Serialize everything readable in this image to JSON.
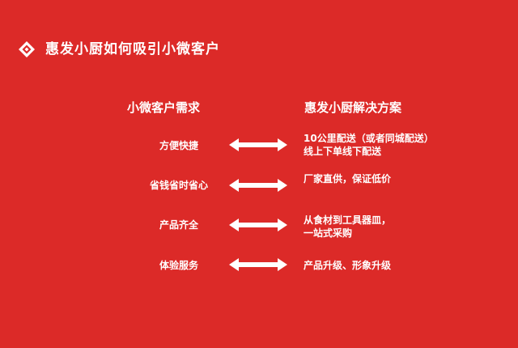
{
  "header": {
    "title": "惠发小厨如何吸引小微客户",
    "logo_icon": "diamond-logo-icon"
  },
  "columns": {
    "left_heading": "小微客户需求",
    "right_heading": "惠发小厨解决方案"
  },
  "rows": [
    {
      "need": "方便快捷",
      "solution": [
        "10公里配送（或者同城配送）",
        "线上下单线下配送"
      ]
    },
    {
      "need": "省钱省时省心",
      "solution": [
        "厂家直供，保证低价"
      ]
    },
    {
      "need": "产品齐全",
      "solution": [
        "从食材到工具器皿，",
        "一站式采购"
      ]
    },
    {
      "need": "体验服务",
      "solution": [
        "产品升级、形象升级"
      ]
    }
  ],
  "colors": {
    "background": "#dc2a28",
    "text": "#ffffff"
  },
  "arrow_icon": "double-arrow-icon"
}
